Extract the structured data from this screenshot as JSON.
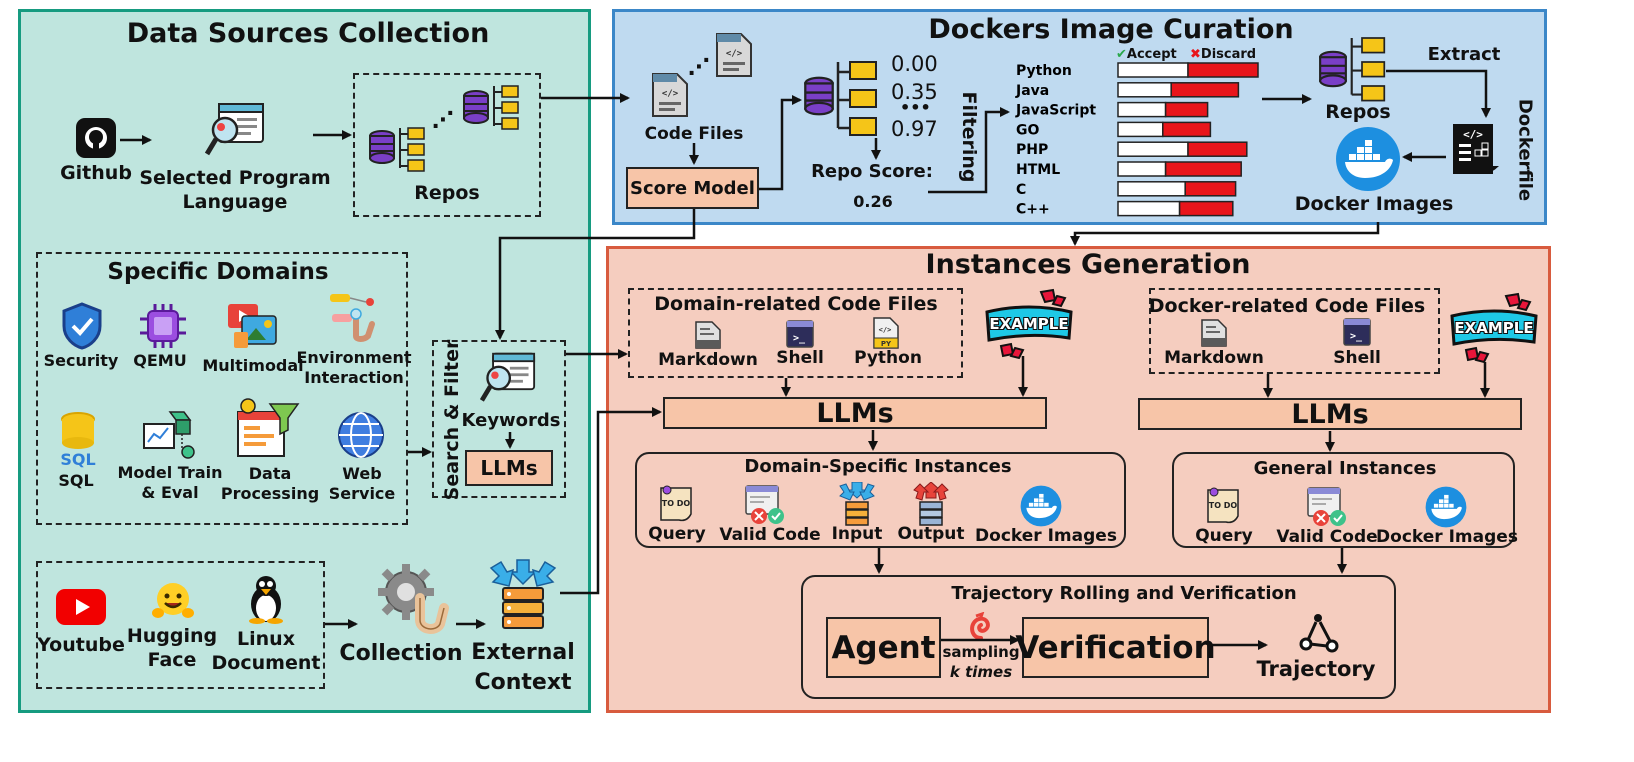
{
  "panels": {
    "data_sources": {
      "title": "Data Sources Collection",
      "bg": "#bfe5de",
      "border": "#169b80"
    },
    "docker_curation": {
      "title": "Dockers Image Curation",
      "bg": "#bfdaf0",
      "border": "#3b87c8"
    },
    "instances": {
      "title": "Instances Generation",
      "bg": "#f5cdbf",
      "border": "#d85b3e"
    }
  },
  "data_sources": {
    "github": "Github",
    "selected_language": [
      "Selected Program",
      "Language"
    ],
    "repos": "Repos",
    "specific_domains": {
      "title": "Specific Domains",
      "items": [
        "Security",
        "QEMU",
        "Multimodal",
        "Environment",
        "Interaction",
        "SQL",
        "Model Train",
        "& Eval",
        "Data",
        "Processing",
        "Web",
        "Service"
      ]
    },
    "search_filter": "Search & Filter",
    "keywords": "Keywords",
    "llms": "LLMs",
    "external": {
      "youtube": "Youtube",
      "hugging_face": [
        "Hugging",
        "Face"
      ],
      "linux_document": [
        "Linux",
        "Document"
      ],
      "collection": "Collection",
      "external_context": [
        "External",
        "Context"
      ]
    }
  },
  "docker_curation": {
    "code_files": "Code Files",
    "score_model": "Score Model",
    "scores": [
      "0.00",
      "0.35",
      "•••",
      "0.97"
    ],
    "repo_score": "Repo Score:",
    "repo_score_value": "0.26",
    "filtering": "Filtering",
    "legend": {
      "accept": "Accept",
      "discard": "Discard"
    },
    "repos": "Repos",
    "extract": "Extract",
    "dockerfile": "Dockerfile",
    "docker_images": "Docker Images"
  },
  "chart_data": {
    "type": "bar",
    "categories": [
      "Python",
      "Java",
      "JavaScript",
      "GO",
      "PHP",
      "HTML",
      "C",
      "C++"
    ],
    "series": [
      {
        "name": "Accept",
        "values": [
          0.5,
          0.38,
          0.34,
          0.32,
          0.5,
          0.34,
          0.48,
          0.44
        ]
      },
      {
        "name": "Discard",
        "values": [
          0.5,
          0.48,
          0.3,
          0.34,
          0.42,
          0.54,
          0.36,
          0.38
        ]
      }
    ],
    "colors": {
      "accept": "#ffffff",
      "discard": "#e8151b"
    }
  },
  "instances": {
    "domain_code_files": {
      "title": "Domain-related Code Files",
      "items": [
        "Markdown",
        "Shell",
        "Python"
      ]
    },
    "docker_code_files": {
      "title": "Docker-related Code Files",
      "items": [
        "Markdown",
        "Shell"
      ]
    },
    "example": "EXAMPLE",
    "llms": "LLMs",
    "domain_instances": {
      "title": "Domain-Specific Instances",
      "items": [
        "Query",
        "Valid Code",
        "Input",
        "Output",
        "Docker Images"
      ]
    },
    "general_instances": {
      "title": "General Instances",
      "items": [
        "Query",
        "Valid Code",
        "Docker Images"
      ]
    },
    "trajectory": {
      "title": "Trajectory Rolling and Verification",
      "agent": "Agent",
      "sampling": "sampling",
      "k_times": "k times",
      "verification": "Verification",
      "trajectory": "Trajectory"
    },
    "todo": "TO DO"
  }
}
